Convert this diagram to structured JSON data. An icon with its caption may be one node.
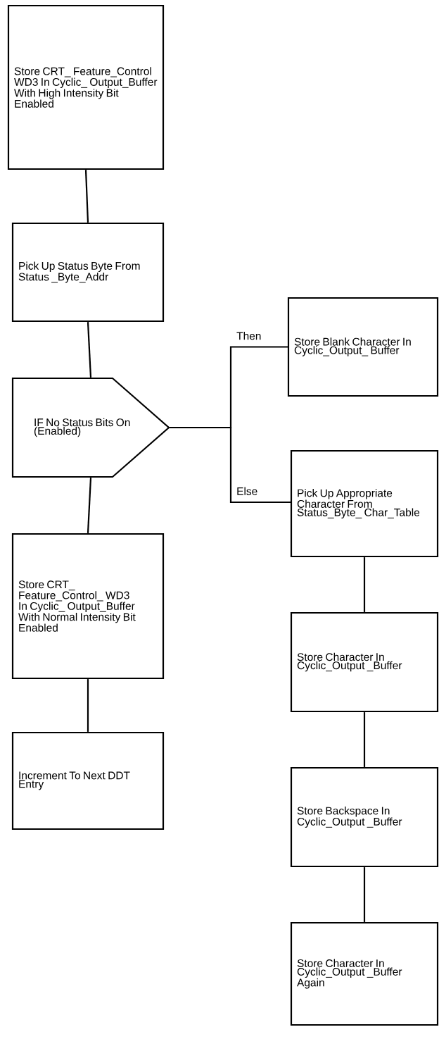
{
  "diagram": {
    "nodes": [
      {
        "text": [
          "Store CRT_ Feature_Control WD3 In Cyclic_ Output_Buffer With High Intensity Bit Enabled"
        ]
      },
      {
        "text": [
          "Pick Up Status Byte From Status _Byte_Addr"
        ]
      },
      {
        "text": [
          "IF No Status Bits On (Enabled)"
        ]
      },
      {
        "text": [
          "Store Blank Character In Cyclic_Output_ Buffer"
        ]
      },
      {
        "text": [
          "Pick Up Appropriate Character From Status_Byte_ Char_Table"
        ]
      },
      {
        "text": [
          "Store CRT_ Feature_Control_ WD3 In Cyclic_ Output_Buffer With Normal Intensity Bit Enabled"
        ]
      },
      {
        "text": [
          "Increment To Next DDT Entry"
        ]
      },
      {
        "text": [
          "Store Character In Cyclic_Output _Buffer"
        ]
      },
      {
        "text": [
          "Store Backspace In Cyclic_Output _Buffer"
        ]
      },
      {
        "text": [
          "Store Character In Cyclic_Output _Buffer Again"
        ]
      }
    ],
    "edges": [
      {
        "from": 0,
        "to": 1,
        "arrow": "none"
      },
      {
        "from": 1,
        "to": 2,
        "arrow": "none"
      },
      {
        "from": 2,
        "to": 3,
        "arrow": "none",
        "label": "Then"
      },
      {
        "from": 2,
        "to": 4,
        "arrow": "none",
        "label": "Else"
      },
      {
        "from": 2,
        "to": 5,
        "arrow": "none"
      },
      {
        "from": 5,
        "to": 6,
        "arrow": "none"
      },
      {
        "from": 4,
        "to": 7,
        "arrow": "none"
      },
      {
        "from": 7,
        "to": 8,
        "arrow": "none"
      },
      {
        "from": 8,
        "to": 9,
        "arrow": "none"
      }
    ]
  }
}
